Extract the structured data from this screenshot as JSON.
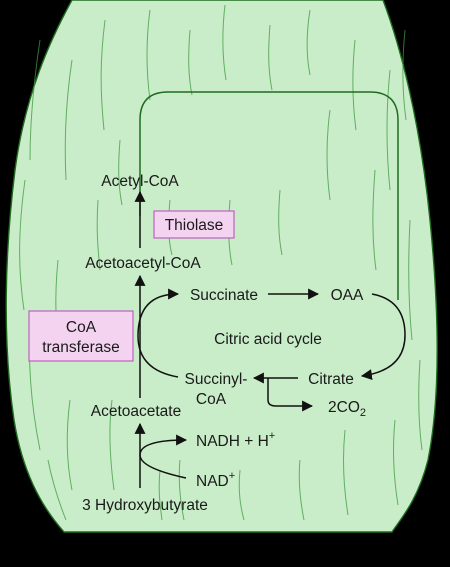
{
  "colors": {
    "cell_fill": "#c9ecc9",
    "cell_stroke": "#1f6b1f",
    "background": "#000000",
    "enzyme_fill": "#f4d3f0",
    "enzyme_stroke": "#c060c0",
    "arrow": "#111111"
  },
  "metabolites": {
    "acetyl_coa": "Acetyl-CoA",
    "acetoacetyl_coa": "Acetoacetyl-CoA",
    "acetoacetate": "Acetoacetate",
    "hydroxybutyrate": "3 Hydroxybutyrate",
    "succinate": "Succinate",
    "oaa": "OAA",
    "citrate": "Citrate",
    "succinyl_line1": "Succinyl-",
    "succinyl_line2": "CoA",
    "co2_main": "2CO",
    "co2_sub": "2",
    "nadh_main": "NADH + H",
    "nadh_sup": "+",
    "nad_main": "NAD",
    "nad_sup": "+"
  },
  "enzymes": {
    "thiolase": "Thiolase",
    "coa_transferase_line1": "CoA",
    "coa_transferase_line2": "transferase"
  },
  "cycle": {
    "label": "Citric acid cycle"
  }
}
